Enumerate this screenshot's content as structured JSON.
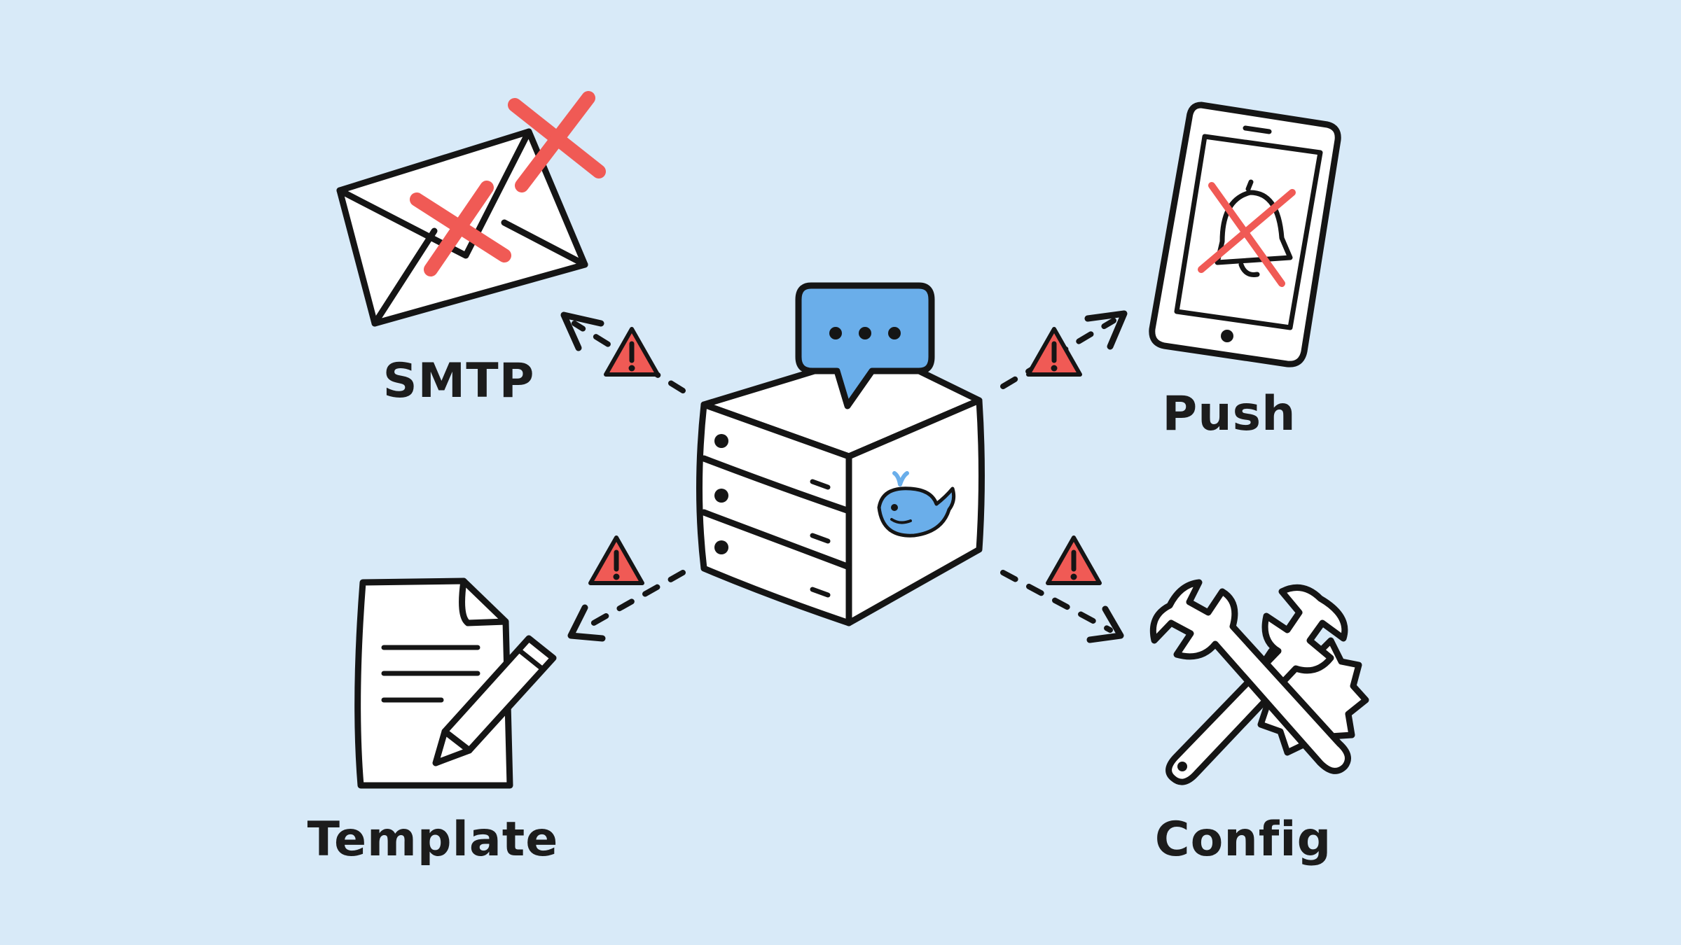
{
  "nodes": {
    "smtp": {
      "label": "SMTP",
      "icon": "envelope-icon",
      "status": "failed"
    },
    "push": {
      "label": "Push",
      "icon": "smartphone-bell-icon",
      "status": "failed"
    },
    "template": {
      "label": "Template",
      "icon": "document-pencil-icon",
      "status": "warning"
    },
    "config": {
      "label": "Config",
      "icon": "wrench-gear-icon",
      "status": "warning"
    }
  },
  "hub": {
    "icon": "server-stack-icon",
    "badge_icon": "chat-bubble-icon",
    "logo_icon": "docker-whale-icon"
  },
  "connectors": {
    "icon": "warning-triangle-icon",
    "glyph": "!"
  },
  "colors": {
    "background": "#d8eaf8",
    "ink": "#151515",
    "error": "#f05a55",
    "accent": "#6aaeea",
    "surface": "#ffffff"
  }
}
